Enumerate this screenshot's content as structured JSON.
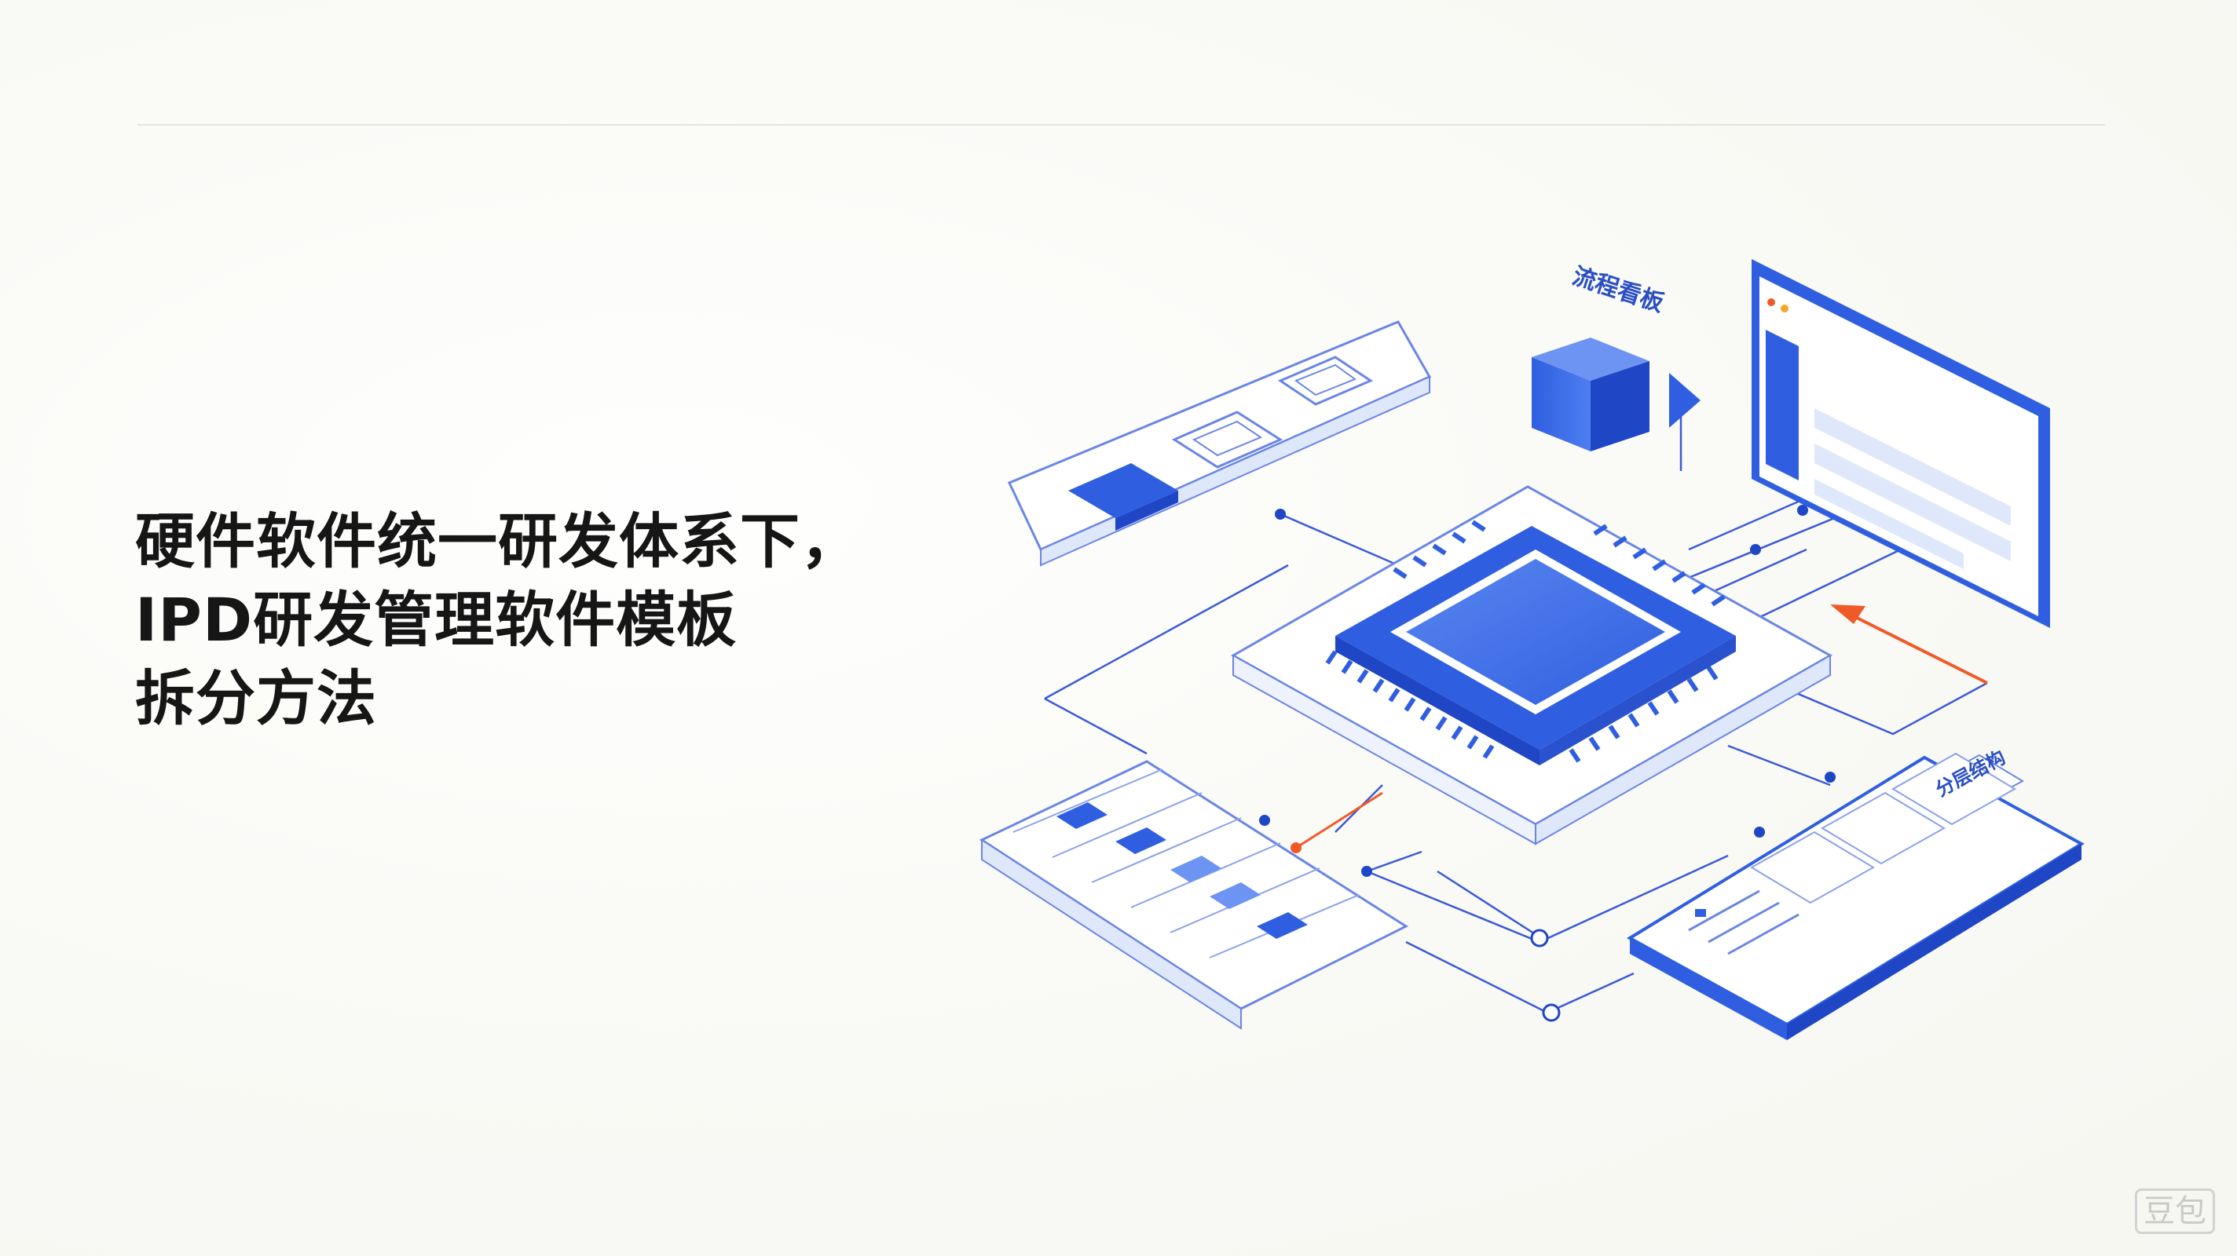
{
  "headline": {
    "line1": "硬件软件统一研发体系下，",
    "line2": "IPD研发管理软件模板",
    "line3": "拆分方法"
  },
  "illustration": {
    "label_kanban": "流程看板",
    "label_layered": "分层结构",
    "colors": {
      "primary": "#2f5fe0",
      "primary_dark": "#1f46c4",
      "light": "#dfe8fb",
      "line": "#3b5ad6",
      "accent": "#f05a28",
      "panel": "#ffffff"
    }
  },
  "watermark": "豆包"
}
